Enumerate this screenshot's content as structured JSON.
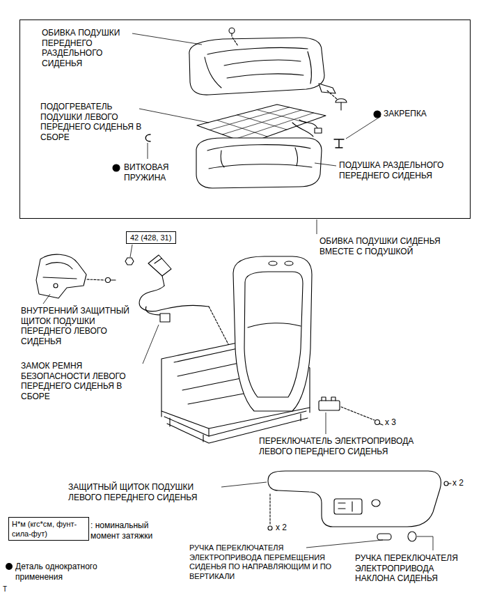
{
  "diagram": {
    "nodes": [
      {
        "text": [
          "ОБИВКА ПОДУШКИ СИДЕНЬЯ ВМЕСТЕ С ПОДУШКОЙ"
        ]
      },
      {
        "text": [
          "42 (428, 31)"
        ]
      },
      {
        "text": [
          "Н*м (кгс*см, фунт-сила-фут)"
        ]
      }
    ],
    "labels": [
      "ОБИВКА ПОДУШКИ ПЕРЕДНЕГО РАЗДЕЛЬНОГО СИДЕНЬЯ",
      "ЗАКРЕПКА",
      "ПОДОГРЕВАТЕЛЬ ПОДУШКИ ЛЕВОГО ПЕРЕДНЕГО СИДЕНЬЯ В СБОРЕ",
      "ВИТКОВАЯ ПРУЖИНА",
      "ПОДУШКА РАЗДЕЛЬНОГО ПЕРЕДНЕГО СИДЕНЬЯ",
      "ВНУТРЕННИЙ ЗАЩИТНЫЙ ЩИТОК ПОДУШКИ ПЕРЕДНЕГО ЛЕВОГО СИДЕНЬЯ",
      "ЗАМОК РЕМНЯ БЕЗОПАСНОСТИ ЛЕВОГО ПЕРЕДНЕГО СИДЕНЬЯ В СБОРЕ",
      "x 3",
      "ПЕРЕКЛЮЧАТЕЛЬ ЭЛЕКТРОПРИВОДА ЛЕВОГО ПЕРЕДНЕГО СИДЕНЬЯ",
      "ЗАЩИТНЫЙ ЩИТОК ПОДУШКИ ЛЕВОГО ПЕРЕДНЕГО СИДЕНЬЯ",
      "x 2",
      "x 2",
      "РУЧКА ПЕРЕКЛЮЧАТЕЛЯ ЭЛЕКТРОПРИВОДА ПЕРЕМЕЩЕНИЯ СИДЕНЬЯ ПО НАПРАВЛЯЮЩИМ И ПО ВЕРТИКАЛИ",
      "РУЧКА ПЕРЕКЛЮЧАТЕЛЯ ЭЛЕКТРОПРИВОДА НАКЛОНА СИДЕНЬЯ",
      "T"
    ],
    "legend": [
      {
        "text": ": номинальный момент затяжки"
      },
      {
        "text": "Деталь однократного применения"
      }
    ]
  }
}
